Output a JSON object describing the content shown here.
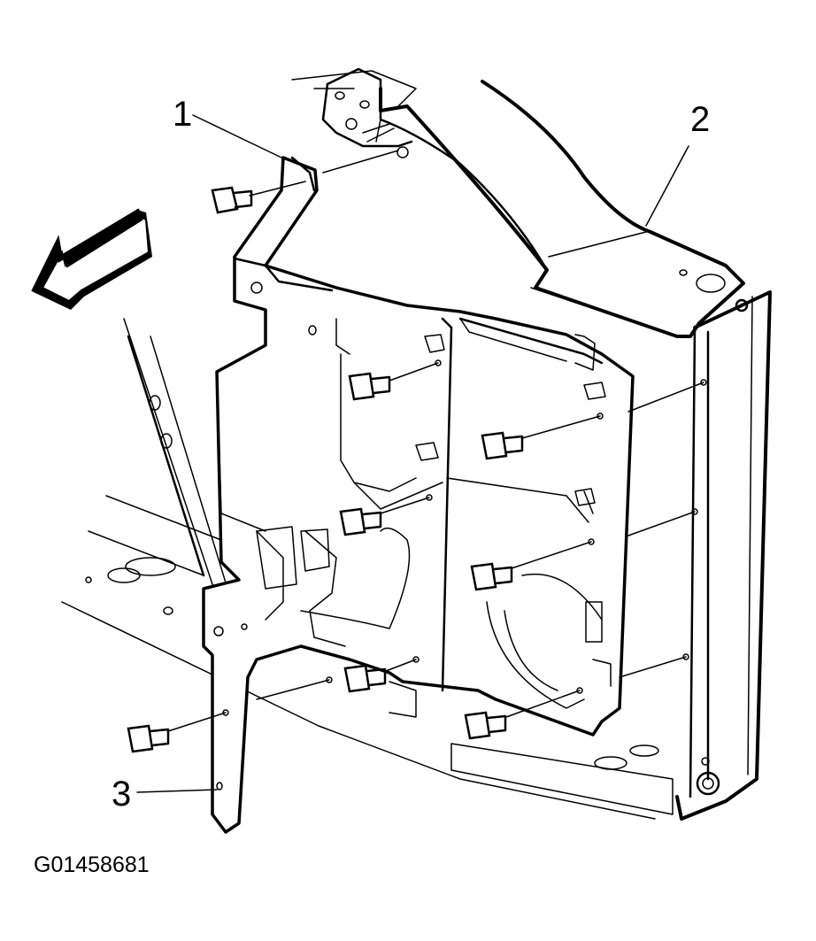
{
  "diagram": {
    "callouts": [
      {
        "id": "callout-1",
        "label": "1"
      },
      {
        "id": "callout-2",
        "label": "2"
      },
      {
        "id": "callout-3",
        "label": "3"
      }
    ],
    "figure_id": "G01458681"
  }
}
